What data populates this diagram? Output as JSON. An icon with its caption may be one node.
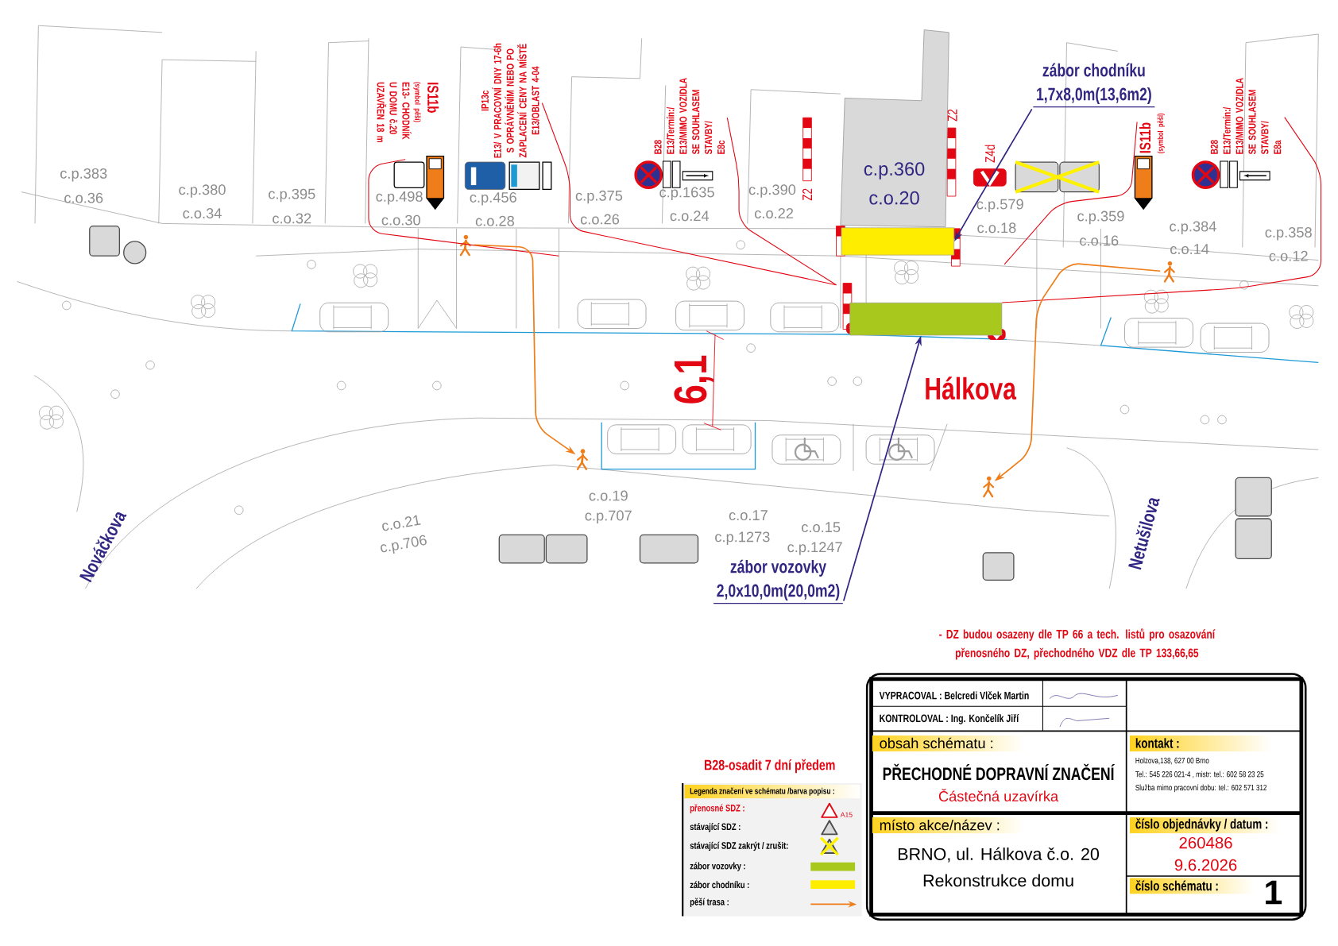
{
  "diagram": {
    "nodes": [
      {
        "text": [
          "IS11b",
          "(symbol pěší)",
          "E13- CHODNÍK U DOMU č.20 UZAVŘEN 18 m"
        ]
      },
      {
        "text": [
          "IP13c",
          "E13/ V PRACOVNÍ DNY 17-6h S OPRÁVNĚNÍM NEBO PO ZAPLACENÍ CENY NA MÍSTĚ",
          "E13/OBLAST 4-04"
        ]
      },
      {
        "text": [
          "B28",
          "E13/Termín:/",
          "E13/MIMO VOZIDLA SE SOUHLASEM STAVBY/",
          "E8c"
        ]
      },
      {
        "text": [
          "IS11b",
          "(symbol pěší)"
        ]
      },
      {
        "text": [
          "B28",
          "E13/Termín:/",
          "E13/MIMO VOZIDLA SE SOUHLASEM STAVBY/",
          "E8a"
        ]
      },
      {
        "text": [
          "zábor chodníku",
          "1,7x8,0m(13,6m2)"
        ]
      },
      {
        "text": [
          "zábor vozovky",
          "2,0x10,0m(20,0m2)"
        ]
      },
      {
        "text": [
          "c.p.360",
          "c.o.20"
        ]
      },
      {
        "text": [],
        "shape": "box"
      },
      {
        "text": [],
        "shape": "box"
      },
      {
        "text": [],
        "shape": "person"
      },
      {
        "text": [],
        "shape": "person"
      },
      {
        "text": [],
        "shape": "person"
      },
      {
        "text": [],
        "shape": "person"
      }
    ],
    "edges": [
      {
        "from": 0,
        "to": null,
        "arrow": "none"
      },
      {
        "from": 1,
        "to": null,
        "arrow": "none"
      },
      {
        "from": 2,
        "to": null,
        "arrow": "none"
      },
      {
        "from": 3,
        "to": null,
        "arrow": "none"
      },
      {
        "from": 4,
        "to": 9,
        "arrow": "none"
      },
      {
        "from": 5,
        "to": 8,
        "arrow": "to",
        "color": "#312783"
      },
      {
        "from": 6,
        "to": 9,
        "arrow": "to",
        "color": "#312783"
      },
      {
        "from": 10,
        "to": 11,
        "arrow": "to",
        "color": "#ee7d1a"
      },
      {
        "from": 12,
        "to": 13,
        "arrow": "to",
        "color": "#ee7d1a"
      }
    ],
    "labels": [
      "Z2",
      "Z2",
      "Z4d",
      "c.p.383",
      "c.o.36",
      "c.p.380",
      "c.o.34",
      "c.p.395",
      "c.o.32",
      "c.p.498",
      "c.o.30",
      "c.p.456",
      "c.o.28",
      "c.p.375",
      "c.o.26",
      "c.p.1635",
      "c.o.24",
      "c.p.390",
      "c.o.22",
      "c.p.579",
      "c.o.18",
      "c.p.359",
      "c.o.16",
      "c.p.384",
      "c.o.14",
      "c.p.358",
      "c.o.12",
      "c.o.21",
      "c.p.706",
      "c.o.19",
      "c.p.707",
      "c.o.17",
      "c.p.1273",
      "c.o.15",
      "c.p.1247",
      "6,1",
      "Hálkova",
      "Nováčkova",
      "Netušilova",
      "- DZ budou osazeny dle TP 66 a tech. listů pro osazování přenosného DZ, přechodného VDZ dle TP 133,66,65",
      "B28-osadit 7 dní předem",
      "Legenda značení ve schématu /barva popisu :",
      "A15",
      "VYPRACOVAL : Belcredi Vlček Martin",
      "KONTROLOVAL : Ing. Končelík Jiří",
      "obsah schématu :",
      "PŘECHODNÉ DOPRAVNÍ ZNAČENÍ",
      "Částečná uzavírka",
      "kontakt :",
      "Holzova,138, 627 00 Brno",
      "Tel.: 545 226 021-4 , mistr: tel.: 602 58 23 25",
      "Služba mimo pracovní dobu: tel.: 602 571 312",
      "místo akce/název :",
      "BRNO, ul. Hálkova č.o. 20",
      "Rekonstrukce domu",
      "číslo objednávky / datum :",
      "260486",
      "9.6.2026",
      "číslo schématu :",
      "1"
    ],
    "legend": [
      {
        "text": "přenosné SDZ :"
      },
      {
        "text": "stávající SDZ :"
      },
      {
        "text": "stávající SDZ zakrýt / zrušit:"
      },
      {
        "text": "zábor vozovky :",
        "color": "#a8c81e"
      },
      {
        "text": "zábor chodníku :",
        "color": "#ffed00"
      },
      {
        "text": "pěší trasa :"
      }
    ]
  }
}
